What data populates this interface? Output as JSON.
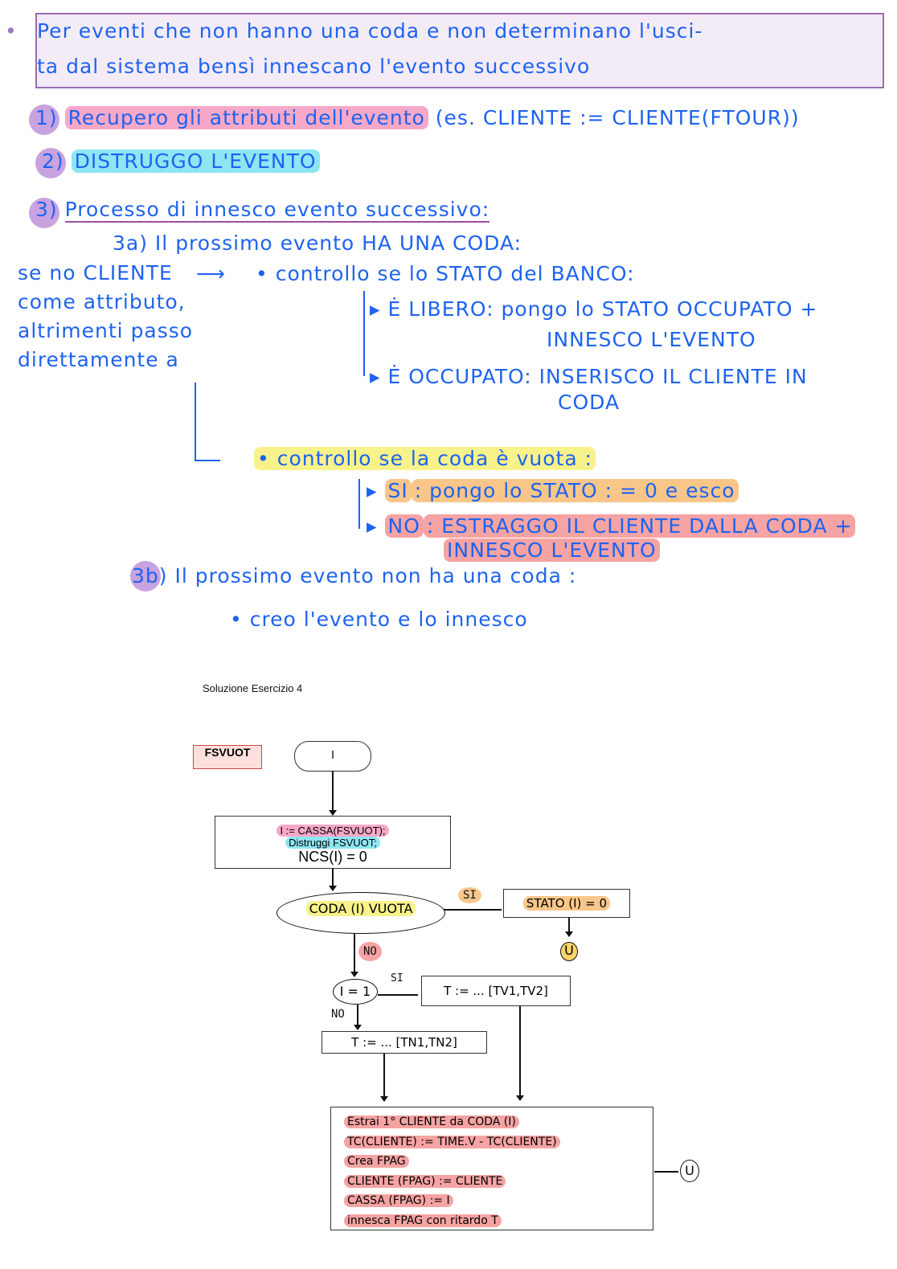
{
  "intro": {
    "bullet": "•",
    "line1": "Per eventi che non hanno una coda e non determinano l'usci-",
    "line2": "ta dal sistema bensì innescano l'evento successivo"
  },
  "steps": [
    {
      "num": "1)",
      "text": "Recupero gli attributi dell'evento",
      "extra": "(es. CLIENTE := CLIENTE(FTOUR))"
    },
    {
      "num": "2)",
      "text": "DISTRUGGO L'EVENTO"
    },
    {
      "num": "3)",
      "text": "Processo di innesco evento successivo:"
    }
  ],
  "s3a": {
    "title": "3a) Il prossimo evento HA UNA CODA:",
    "side_note": [
      "se no CLIENTE",
      "come attributo,",
      "altrimenti passo",
      "direttamente a"
    ],
    "check1": "• controllo se lo STATO del BANCO:",
    "libero": "Ė LIBERO: pongo lo STATO OCCUPATO +",
    "libero2": "INNESCO L'EVENTO",
    "occupato": "Ė OCCUPATO: INSERISCO IL CLIENTE IN",
    "occupato2": "CODA",
    "check2": "• controllo se la coda è vuota :",
    "si_label": "SI",
    "si_text": ": pongo lo STATO : = 0 e esco",
    "no_label": "NO",
    "no_text": ": ESTRAGGO IL CLIENTE DALLA CODA +",
    "no_text2": "INNESCO L'EVENTO"
  },
  "s3b": {
    "title": "3b) Il prossimo evento non ha una coda :",
    "item": "• creo l'evento e lo innesco"
  },
  "solution": {
    "title": "Soluzione Esercizio 4",
    "event_label": "FSVUOT",
    "start": "I",
    "block1": [
      "I := CASSA(FSVUOT);",
      "Distruggi FSVUOT;",
      "NCS(I) = 0"
    ],
    "decision1": "CODA (I) VUOTA",
    "yes1": "SI",
    "stato": "STATO (I) = 0",
    "end": "U",
    "no1": "NO",
    "decision2": "I = 1",
    "yes2": "SI",
    "no2": "NO",
    "tv": "T := ... [TV1,TV2]",
    "tn": "T := ... [TN1,TN2]",
    "block2": [
      "Estrai 1° CLIENTE da CODA (I)",
      "TC(CLIENTE) := TIME.V - TC(CLIENTE)",
      "Crea FPAG",
      "CLIENTE (FPAG) := CLIENTE",
      "CASSA (FPAG) := I",
      "innesca FPAG con ritardo T"
    ]
  }
}
